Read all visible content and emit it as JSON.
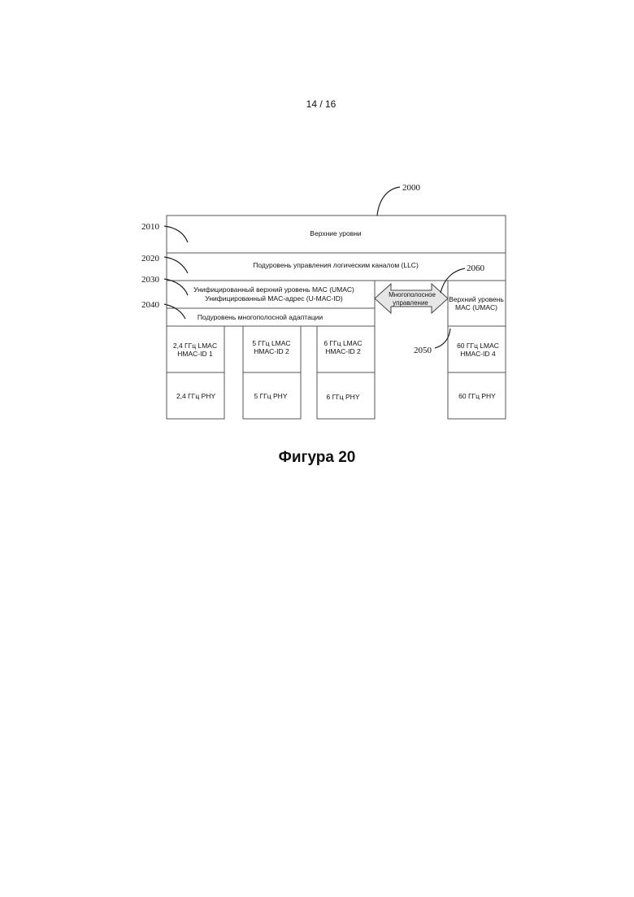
{
  "page_number": "14 / 16",
  "figure_caption": "Фигура 20",
  "refs": {
    "r2000": "2000",
    "r2010": "2010",
    "r2020": "2020",
    "r2030": "2030",
    "r2040": "2040",
    "r2050": "2050",
    "r2060": "2060"
  },
  "layers": {
    "upper_layers": "Верхние уровни",
    "llc": "Подуровень управления логическим каналом (LLC)",
    "umac_line1": "Унифицированный верхний уровень MAC (UMAC)",
    "umac_line2": "Унифицированный MAC-адрес (U-MAC-ID)",
    "adaptation": "Подуровень многополосной адаптации",
    "multiband_line1": "Многополосное",
    "multiband_line2": "управление",
    "umac60_line1": "Верхний уровень",
    "umac60_line2": "MAC (UMAC)"
  },
  "bands": [
    {
      "lmac_line1": "2,4 ГГц LMAC",
      "lmac_line2": "HMAC-ID 1",
      "phy": "2,4 ГГц PHY"
    },
    {
      "lmac_line1": "5 ГГц LMAC",
      "lmac_line2": "HMAC-ID 2",
      "phy": "5 ГГц PHY"
    },
    {
      "lmac_line1": "6 ГГц LMAC",
      "lmac_line2": "HMAC-ID 2",
      "phy": "6 ГГц PHY"
    },
    {
      "lmac_line1": "60 ГГц LMAC",
      "lmac_line2": "HMAC-ID 4",
      "phy": "60 ГГц PHY"
    }
  ]
}
